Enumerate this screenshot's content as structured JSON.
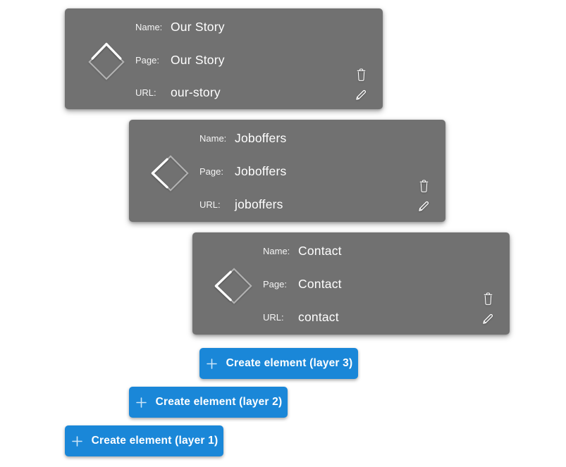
{
  "colors": {
    "page_bg": "#ffffff",
    "card_bg": "#717171",
    "button_bg": "#1a87d8",
    "text": "#ffffff",
    "faint_icon": "rgba(255,255,255,0.5)"
  },
  "cards": [
    {
      "move_dir": "up",
      "move_icon": "diamond-move-up-icon",
      "fields": [
        {
          "label": "Name:",
          "value": "Our Story"
        },
        {
          "label": "Page:",
          "value": "Our Story"
        },
        {
          "label": "URL:",
          "value": "our-story"
        }
      ],
      "actions": {
        "delete_icon": "trash-icon",
        "edit_icon": "pencil-icon"
      }
    },
    {
      "move_dir": "left",
      "move_icon": "diamond-move-left-icon",
      "fields": [
        {
          "label": "Name:",
          "value": "Joboffers"
        },
        {
          "label": "Page:",
          "value": "Joboffers"
        },
        {
          "label": "URL:",
          "value": "joboffers"
        }
      ],
      "actions": {
        "delete_icon": "trash-icon",
        "edit_icon": "pencil-icon"
      }
    },
    {
      "move_dir": "left",
      "move_icon": "diamond-move-left-icon",
      "fields": [
        {
          "label": "Name:",
          "value": "Contact"
        },
        {
          "label": "Page:",
          "value": "Contact"
        },
        {
          "label": "URL:",
          "value": "contact"
        }
      ],
      "actions": {
        "delete_icon": "trash-icon",
        "edit_icon": "pencil-icon"
      }
    }
  ],
  "create_buttons": [
    {
      "icon": "plus-icon",
      "label": "Create element (layer 3)"
    },
    {
      "icon": "plus-icon",
      "label": "Create element (layer 2)"
    },
    {
      "icon": "plus-icon",
      "label": "Create element (layer 1)"
    }
  ]
}
